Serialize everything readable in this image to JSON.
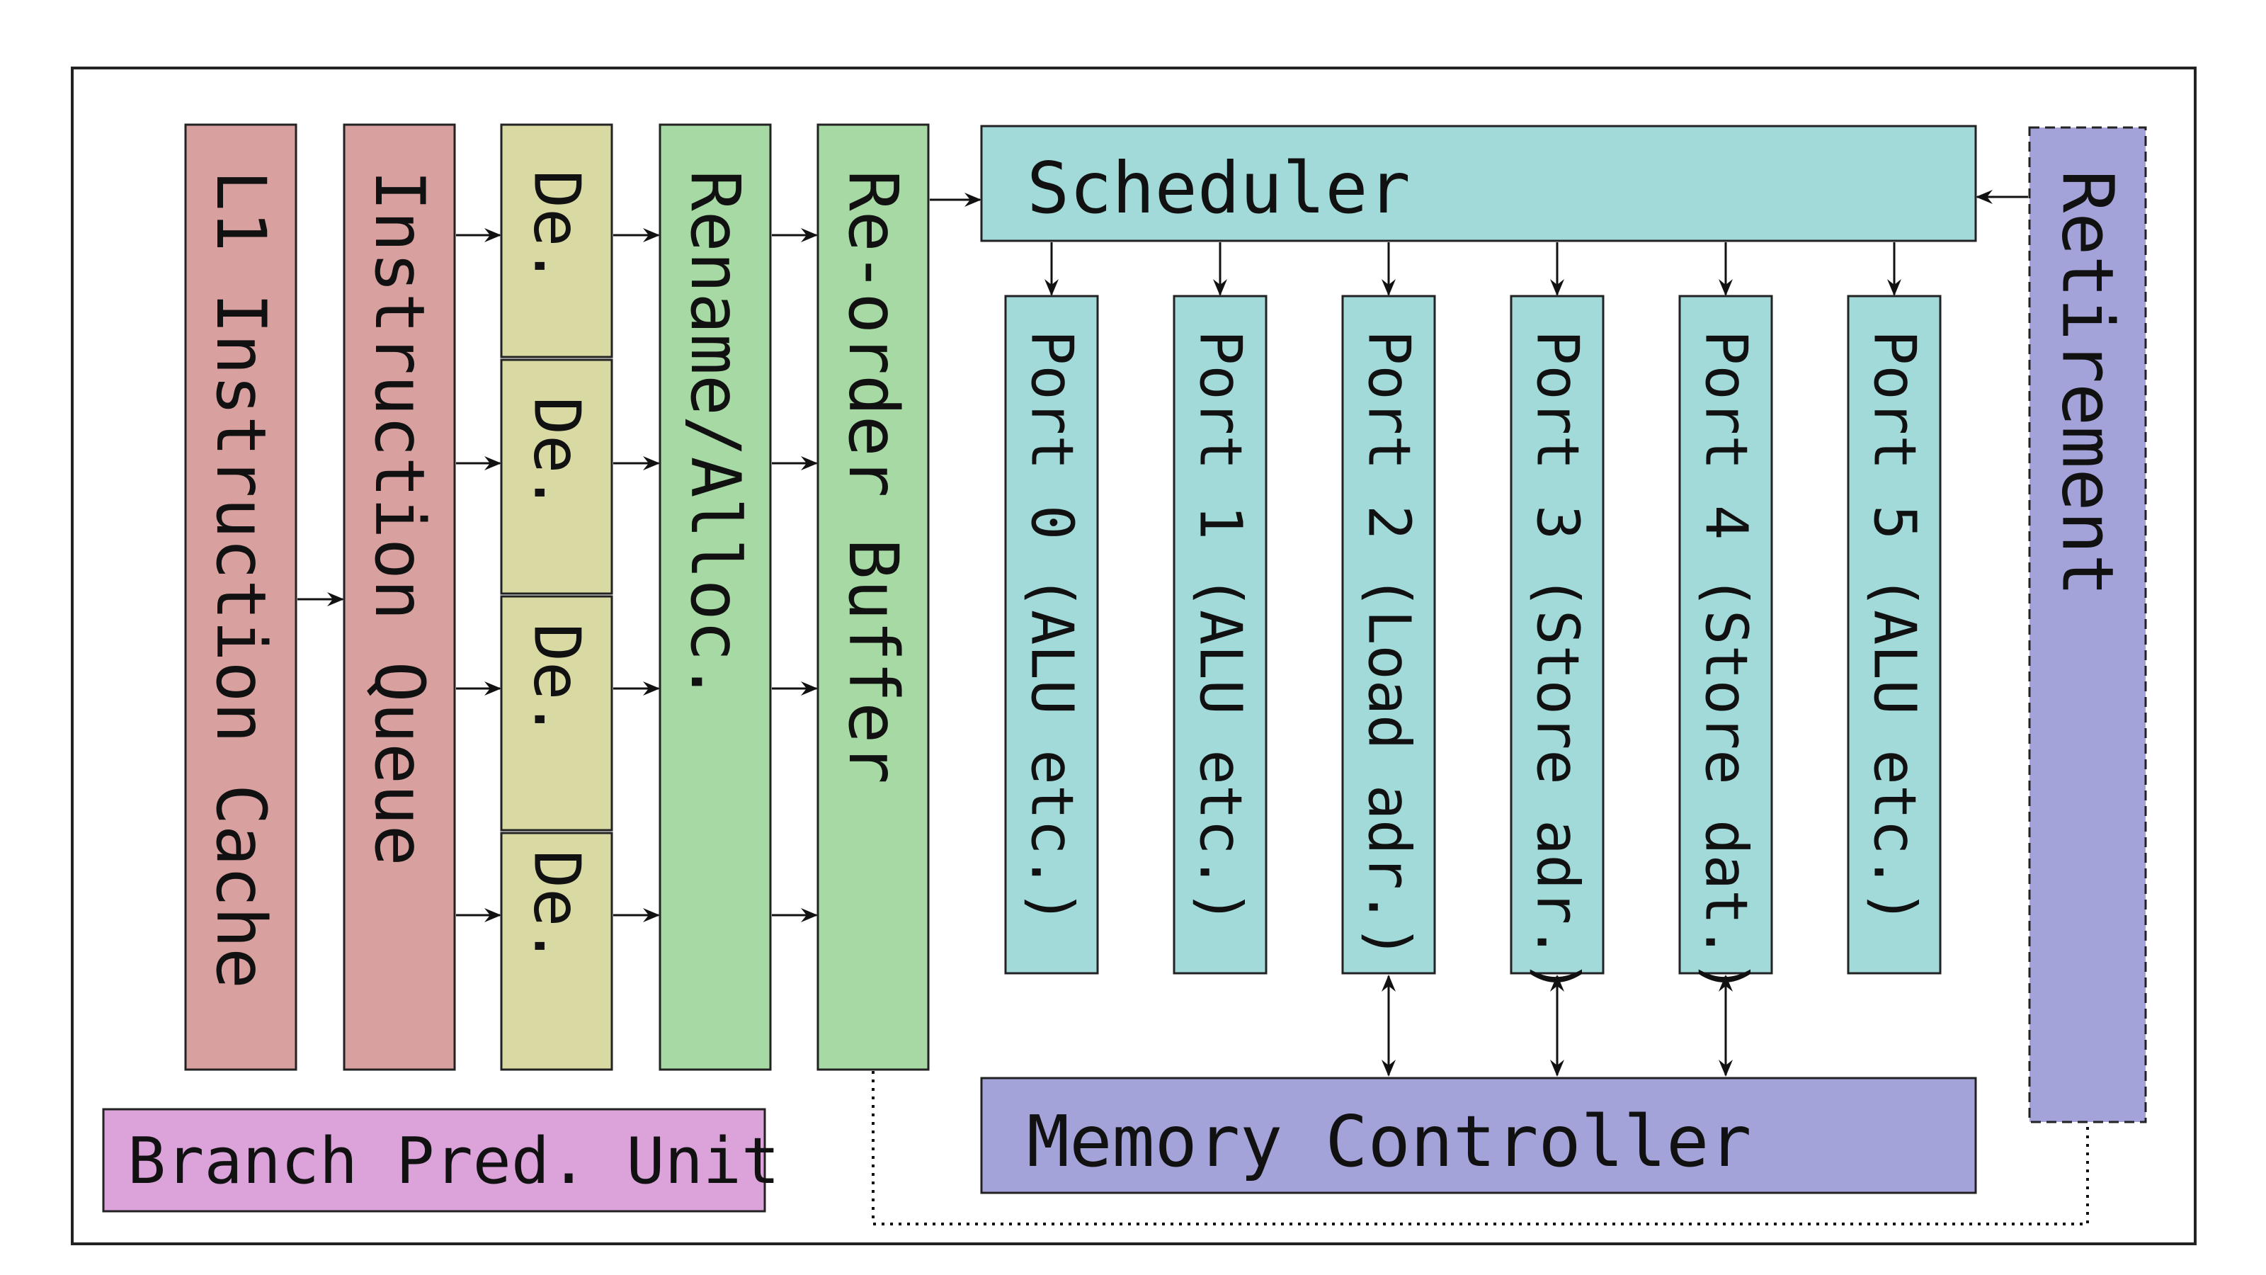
{
  "colors": {
    "frontend": "#d9a0a0",
    "decode": "#d9d9a3",
    "green": "#a6d9a3",
    "cyan": "#a2d9d9",
    "purple": "#a3a3d9",
    "branch": "#dca3db",
    "border": "#222222"
  },
  "blocks": {
    "l1_cache": "L1 Instruction Cache",
    "instr_queue": "Instruction Queue",
    "decoders": [
      "De.",
      "De.",
      "De.",
      "De."
    ],
    "rename": "Rename/Alloc.",
    "rob": "Re-order Buffer",
    "scheduler": "Scheduler",
    "ports": [
      "Port 0 (ALU etc.)",
      "Port 1 (ALU etc.)",
      "Port 2 (Load adr.)",
      "Port 3 (Store adr.)",
      "Port 4 (Store dat.)",
      "Port 5 (ALU etc.)"
    ],
    "retirement": "Retirement",
    "memory_controller": "Memory Controller",
    "branch_unit": "Branch Pred. Unit"
  }
}
